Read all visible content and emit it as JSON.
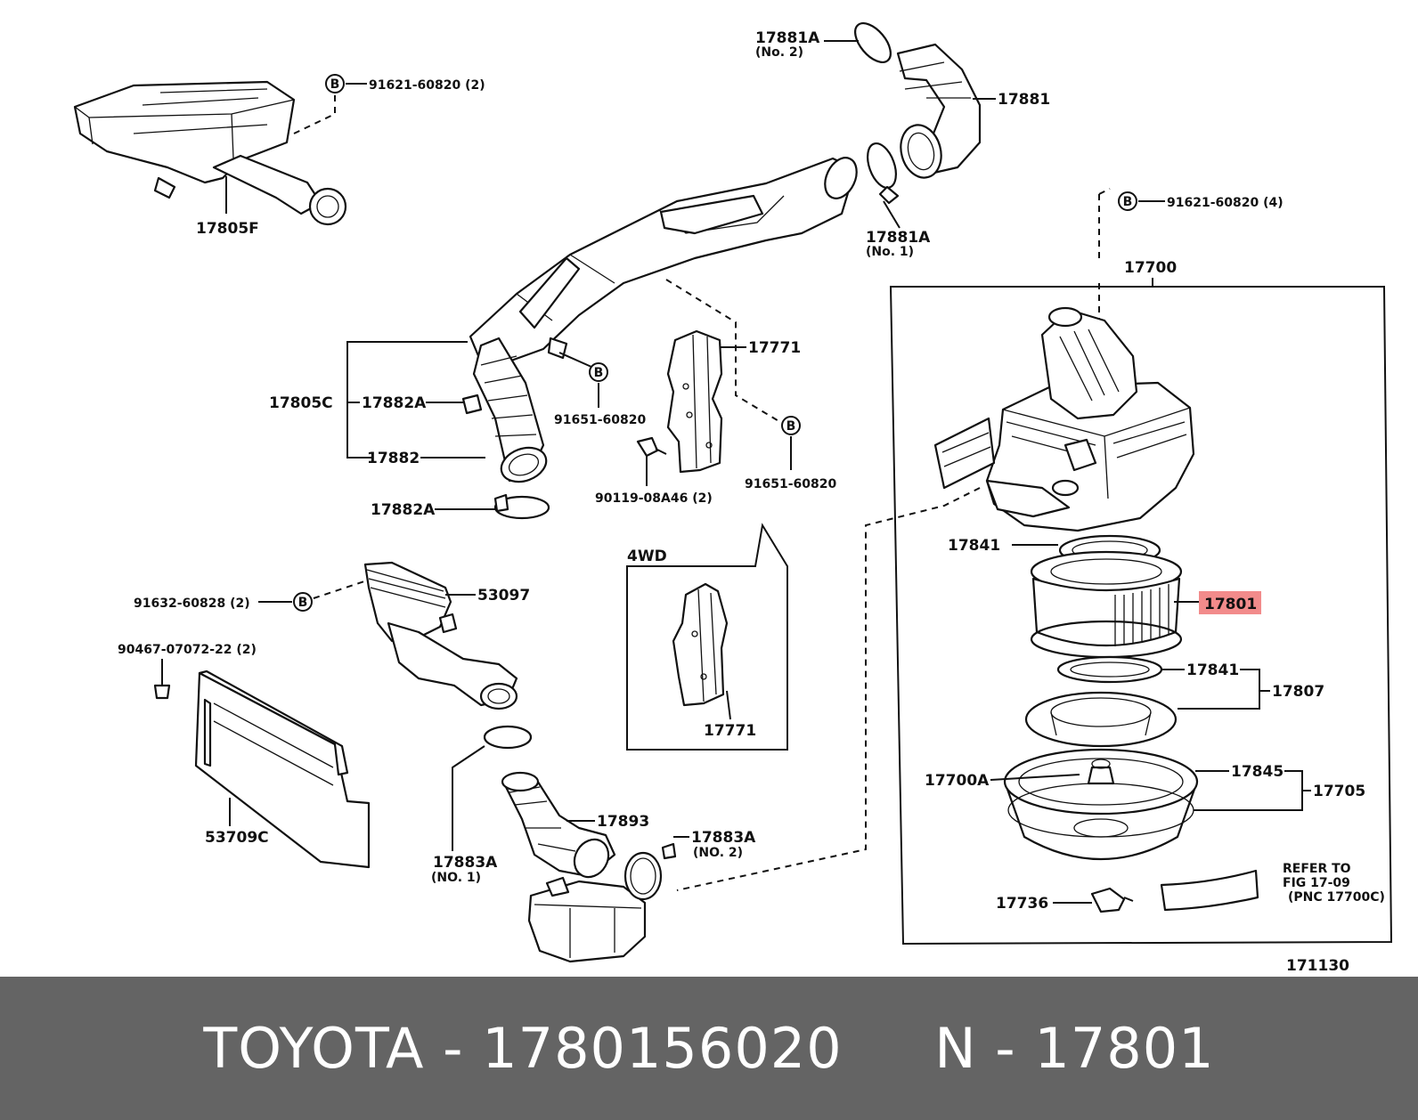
{
  "labels": {
    "l17881A_no2": "17881A",
    "l17881A_no2_sub": "(No. 2)",
    "l17881": "17881",
    "l17881A_no1": "17881A",
    "l17881A_no1_sub": "(No. 1)",
    "l91621_2": "91621-60820 (2)",
    "l17805F": "17805F",
    "l91621_4": "91621-60820 (4)",
    "l17700": "17700",
    "l17771_top": "17771",
    "l17805C": "17805C",
    "l17882A_top": "17882A",
    "l17882": "17882",
    "l17882A_bot": "17882A",
    "l91651_a": "91651-60820",
    "l91651_b": "91651-60820",
    "l90119": "90119-08A46 (2)",
    "l4WD": "4WD",
    "l17771_box": "17771",
    "l17841_top": "17841",
    "l17801": "17801",
    "l17841_bot": "17841",
    "l17807": "17807",
    "l17700A": "17700A",
    "l17845": "17845",
    "l17705": "17705",
    "l17736": "17736",
    "lRefer1": "REFER TO",
    "lRefer2": "FIG 17-09",
    "lRefer3": "(PNC 17700C)",
    "l171130": "171130",
    "l91632": "91632-60828 (2)",
    "l53097": "53097",
    "l90467": "90467-07072-22 (2)",
    "l53709C": "53709C",
    "l17893": "17893",
    "l17883A_no2": "17883A",
    "l17883A_no2_sub": "(NO. 2)",
    "l17883A_no1": "17883A",
    "l17883A_no1_sub": "(NO. 1)",
    "bolt": "B"
  },
  "highlight_color": "#f28b8b",
  "footer": {
    "text": "TOYOTA - 1780156020     N - 17801"
  }
}
